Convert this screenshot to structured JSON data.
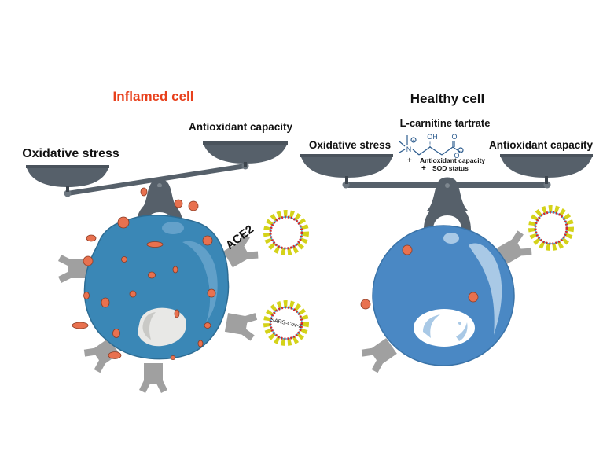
{
  "figure": {
    "left_panel": {
      "title": "Inflamed cell",
      "scale_left_label": "Oxidative stress",
      "scale_right_label": "Antioxidant capacity",
      "receptor_label": "ACE2",
      "virus_label": "SARS-Cov-2",
      "scale_state": "tilted toward oxidative stress"
    },
    "right_panel": {
      "title": "Healthy cell",
      "compound_name": "L-carnitine tartrate",
      "scale_left_label": "Oxidative stress",
      "scale_right_label": "Antioxidant capacity",
      "effects": [
        "Antioxidant capacity",
        "SOD status"
      ],
      "effect_prefix": "+",
      "scale_state": "balanced"
    },
    "chemical_structure": {
      "oh_label": "OH",
      "o_label": "O",
      "n_label": "N",
      "plus_charge": "+",
      "minus_charge": "−"
    },
    "colors": {
      "title_red": "#e8401c",
      "scale_gray": "#56606a",
      "cell_blue_inflamed": "#3a87b6",
      "cell_blue_healthy": "#4a88c4",
      "ros_orange": "#e8714f",
      "receptor_gray": "#a0a0a0",
      "virus_yellow": "#d4d21a",
      "virus_red": "#d42a2a",
      "virus_blue": "#4fa8d8",
      "chem_blue": "#2d5c8e"
    }
  }
}
